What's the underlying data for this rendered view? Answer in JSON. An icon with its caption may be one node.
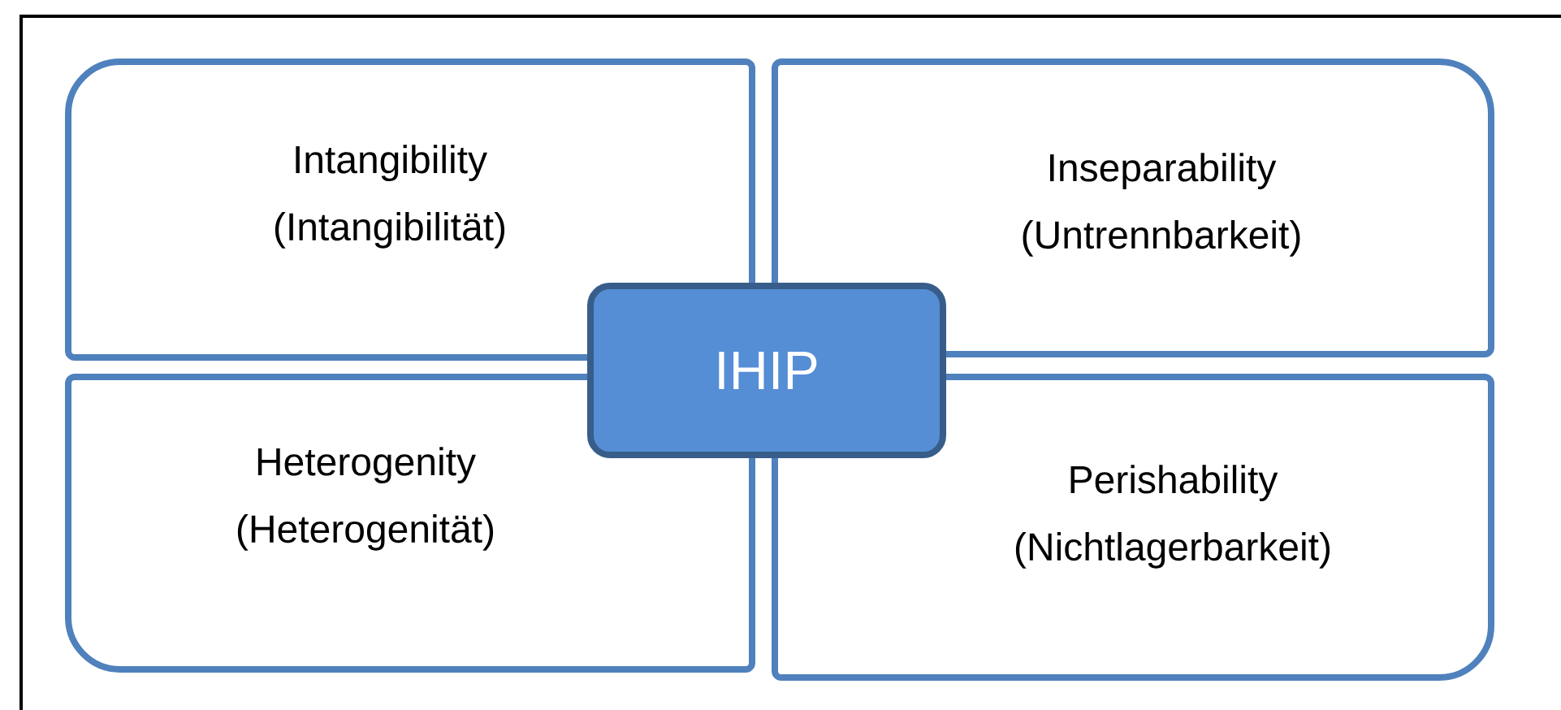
{
  "diagram": {
    "nodes": [
      {
        "text": [
          "Intangibility",
          "(Intangibilität)"
        ]
      },
      {
        "text": [
          "Inseparability",
          "(Untrennbarkeit)"
        ]
      },
      {
        "text": [
          "IHIP"
        ]
      },
      {
        "text": [
          "Heterogenity",
          "(Heterogenität)"
        ]
      },
      {
        "text": [
          "Perishability",
          "(Nichtlagerbarkeit)"
        ]
      }
    ]
  }
}
